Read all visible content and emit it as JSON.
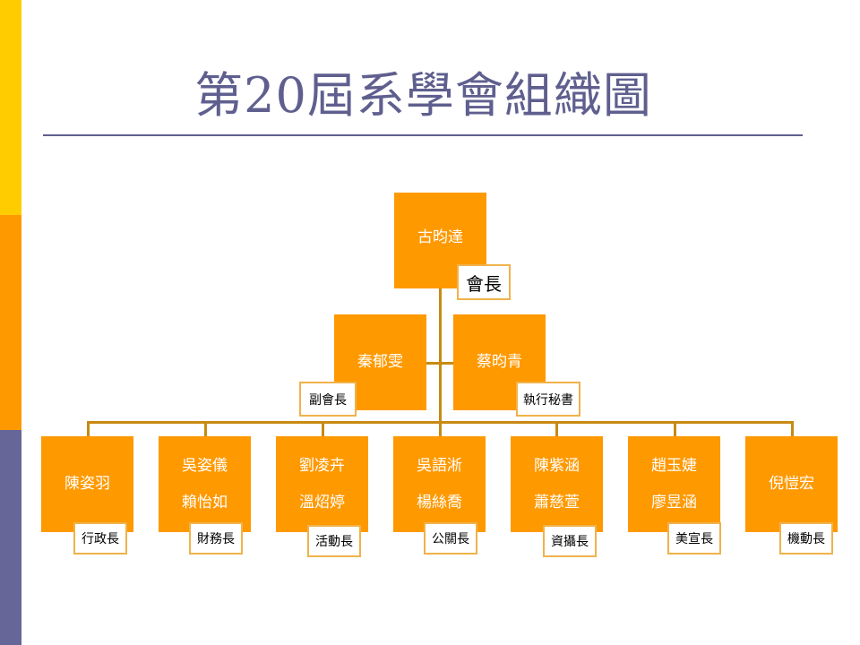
{
  "slide": {
    "title": "第20屆系學會組織圖",
    "colors": {
      "bar_top": "#ffcc00",
      "bar_mid": "#ff9900",
      "bar_bottom": "#666699",
      "node": "#ff9900",
      "title": "#5f5f8f"
    }
  },
  "org": {
    "president": {
      "name": "古昀達",
      "role": "會長"
    },
    "vice_president": {
      "name": "秦郁雯",
      "role": "副會長"
    },
    "secretary": {
      "name": "蔡昀青",
      "role": "執行秘書"
    },
    "departments": [
      {
        "names": [
          "陳姿羽"
        ],
        "role": "行政長"
      },
      {
        "names": [
          "吳姿儀",
          "賴怡如"
        ],
        "role": "財務長"
      },
      {
        "names": [
          "劉凌卉",
          "溫炤婷"
        ],
        "role": "活動長"
      },
      {
        "names": [
          "吳語淅",
          "楊絲喬"
        ],
        "role": "公關長"
      },
      {
        "names": [
          "陳紫涵",
          "蕭慈萱"
        ],
        "role": "資攝長"
      },
      {
        "names": [
          "趙玉婕",
          "廖昱涵"
        ],
        "role": "美宣長"
      },
      {
        "names": [
          "倪愷宏"
        ],
        "role": "機動長"
      }
    ]
  }
}
